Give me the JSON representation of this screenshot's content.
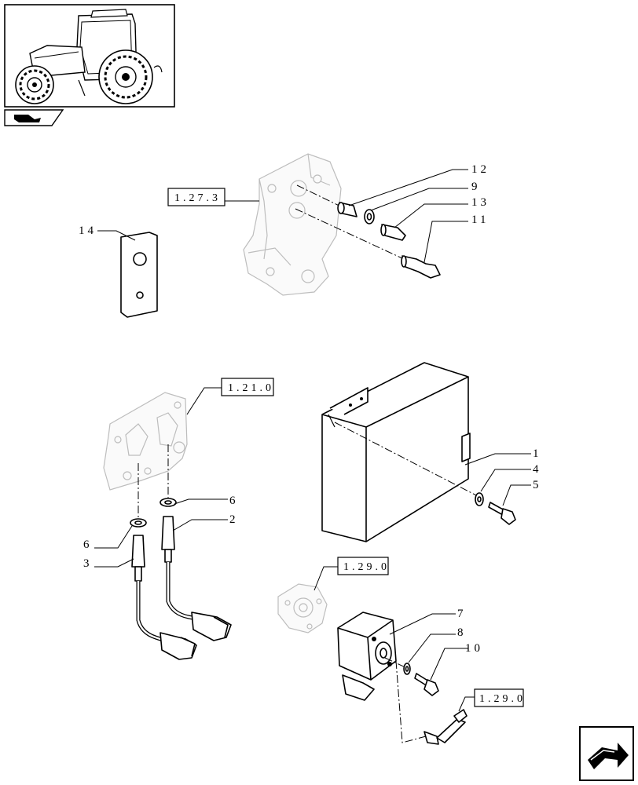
{
  "callouts": {
    "c1": "1",
    "c2": "2",
    "c3": "3",
    "c4": "4",
    "c5": "5",
    "c6a": "6",
    "c6b": "6",
    "c7": "7",
    "c8": "8",
    "c9": "9",
    "c10": "10",
    "c11": "11",
    "c12": "12",
    "c13": "13",
    "c14": "14"
  },
  "references": {
    "ref_1_27_3": "1.27.3",
    "ref_1_21_0": "1.21.0",
    "ref_1_29_0_a": "1.29.0",
    "ref_1_29_0_b": "1.29.0"
  }
}
